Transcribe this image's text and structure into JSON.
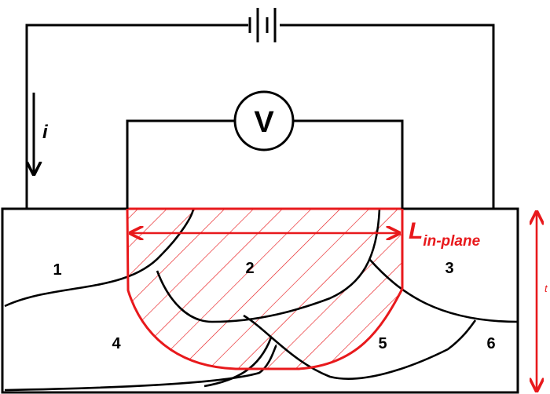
{
  "voltmeter": {
    "label": "V"
  },
  "current": {
    "label": "i"
  },
  "length_label": {
    "main": "L",
    "subscript": "in-plane"
  },
  "thickness_label": "t",
  "grains": [
    {
      "id": "grain-1",
      "label": "1"
    },
    {
      "id": "grain-2",
      "label": "2"
    },
    {
      "id": "grain-3",
      "label": "3"
    },
    {
      "id": "grain-4",
      "label": "4"
    },
    {
      "id": "grain-5",
      "label": "5"
    },
    {
      "id": "grain-6",
      "label": "6"
    }
  ],
  "colors": {
    "measurement": "#e8191c",
    "lines": "#000000",
    "background": "#ffffff"
  }
}
